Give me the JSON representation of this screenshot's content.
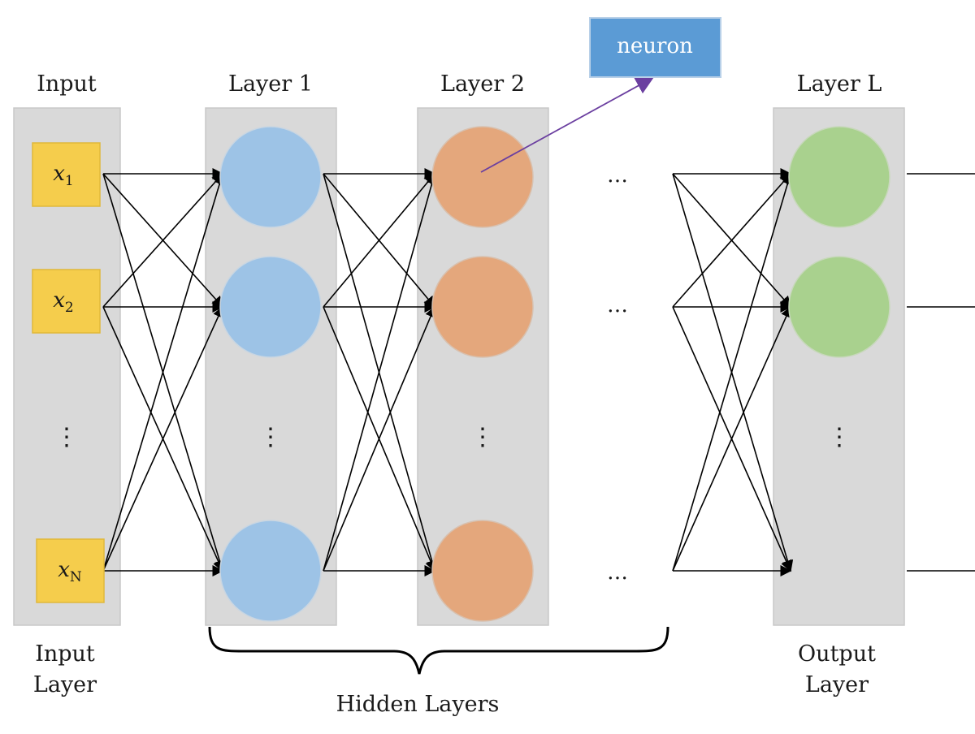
{
  "columns": {
    "input": {
      "title": "Input",
      "caption_line1": "Input",
      "caption_line2": "Layer"
    },
    "layer1": {
      "title": "Layer 1"
    },
    "layer2": {
      "title": "Layer 2"
    },
    "layerL": {
      "title": "Layer L",
      "caption_line1": "Output",
      "caption_line2": "Layer"
    }
  },
  "inputs": [
    {
      "var": "x",
      "sub": "1"
    },
    {
      "var": "x",
      "sub": "2"
    },
    {
      "var": "x",
      "sub": "N"
    }
  ],
  "ellipsis_vertical": "⋮",
  "ellipsis_horizontal": "…",
  "neuron_callout": "neuron",
  "hidden_layers_label": "Hidden Layers",
  "colors": {
    "panel": "#d9d9d9",
    "panel_border": "#c8c8c8",
    "input_box": "#f5cd4c",
    "input_box_border": "#e0b83a",
    "layer1_node": "#9dc3e6",
    "layer2_node": "#e4a77c",
    "layerL_node": "#a9d18e",
    "callout_fill": "#5b9bd5",
    "callout_arrow": "#6b3fa0"
  }
}
